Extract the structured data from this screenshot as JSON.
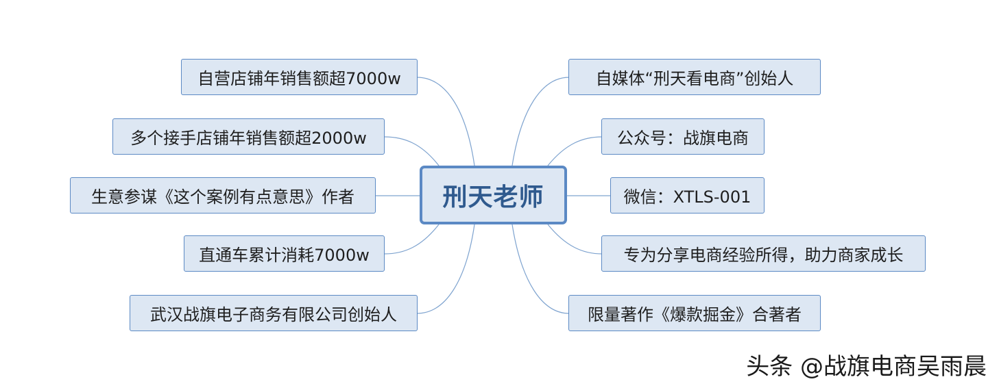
{
  "center": {
    "label": "刑天老师"
  },
  "left_topics": [
    "自营店铺年销售额超7000w",
    "多个接手店铺年销售额超2000w",
    "生意参谋《这个案例有点意思》作者",
    "直通车累计消耗7000w",
    "武汉战旗电子商务有限公司创始人"
  ],
  "right_topics": [
    "自媒体“刑天看电商”创始人",
    "公众号：战旗电商",
    "微信：XTLS-001",
    "专为分享电商经验所得，助力商家成长",
    "限量著作《爆款掘金》合著者"
  ],
  "watermark": "头条 @战旗电商吴雨晨",
  "colors": {
    "node_fill": "#dde7f3",
    "node_border": "#5b89c4",
    "center_text": "#2f5a8e",
    "connector": "#7ea3cf"
  }
}
